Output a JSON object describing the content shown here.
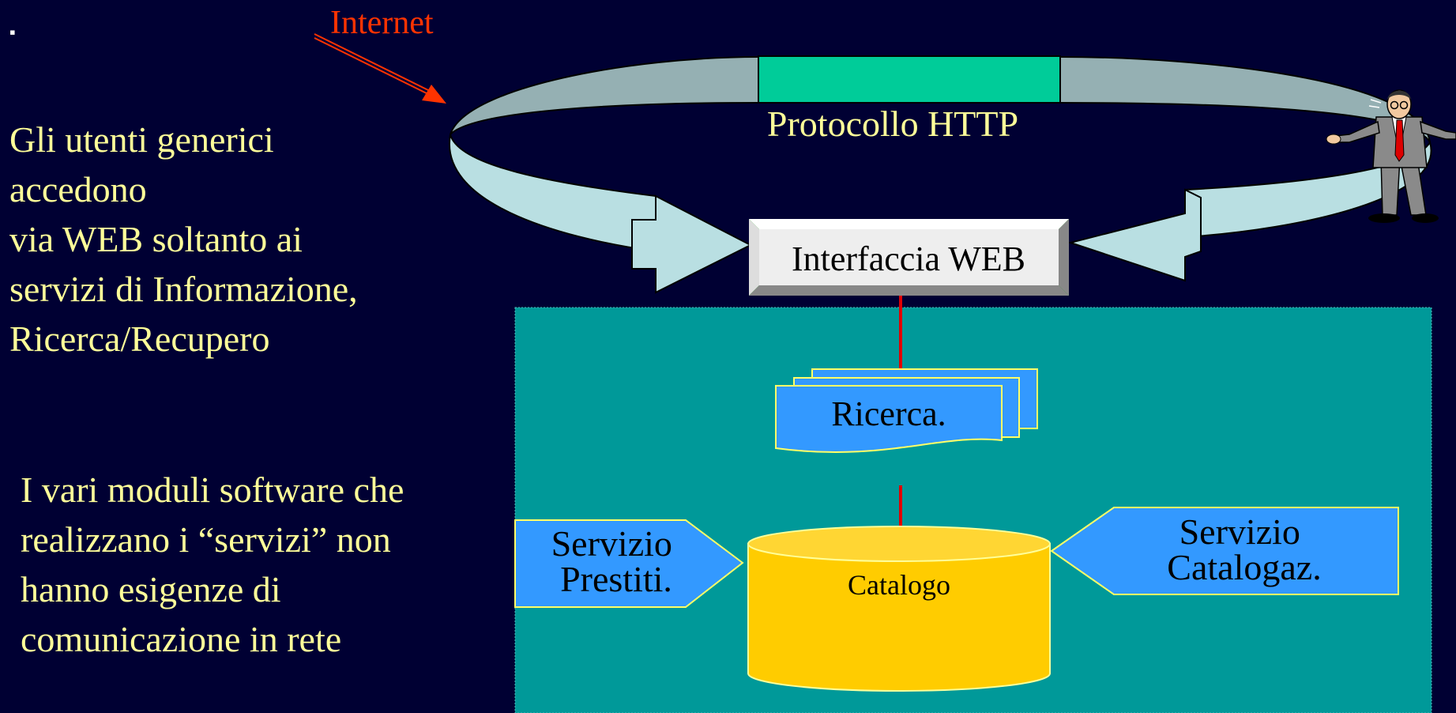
{
  "slide": {
    "bullet_mark": "▪",
    "internet_label": "Internet",
    "intro_lines": [
      "Gli utenti generici",
      "accedono",
      "via WEB soltanto ai",
      "servizi di Informazione,",
      "Ricerca/Recupero"
    ],
    "modules_lines": [
      "I vari moduli software che",
      "realizzano i “servizi” non",
      "hanno esigenze di",
      "comunicazione in rete"
    ]
  },
  "diagram": {
    "protocol_label": "Protocollo HTTP",
    "web_interface_label": "Interfaccia WEB",
    "search_label": "Ricerca.",
    "catalog_label": "Catalogo",
    "loans_lines": [
      "Servizio",
      "Prestiti."
    ],
    "cataloguing_lines": [
      "Servizio",
      "Catalogaz."
    ]
  },
  "colors": {
    "background": "#000033",
    "text_yellow": "#FFFF99",
    "internet_red": "#FF3300",
    "server_area": "#009999",
    "ring_top": "#95B0B3",
    "ring_bottom": "#B9DFE2",
    "protocol_band": "#00CC99",
    "module_blue": "#3399FF",
    "catalog_gold": "#FFCC00",
    "arrow_red": "#E00000"
  }
}
